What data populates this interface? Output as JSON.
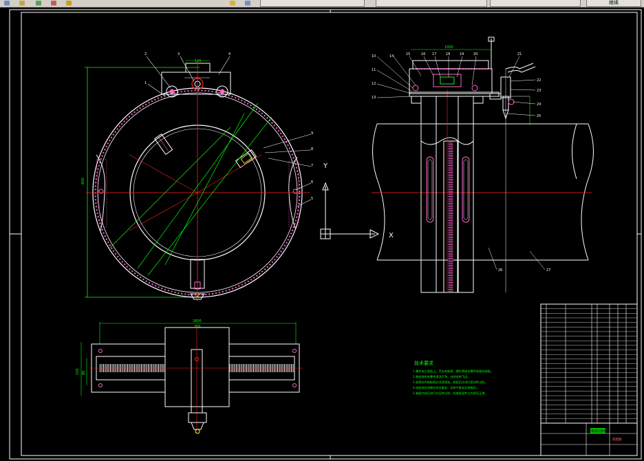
{
  "toolbar": {
    "tabs": [
      "",
      "",
      "",
      ""
    ],
    "right_label": "继续"
  },
  "colors": {
    "background": "#000000",
    "outline": "#ffffff",
    "centerline": "#ff2020",
    "dimension": "#00ff00",
    "hatch": "#ff66cc",
    "accent": "#ffff00",
    "callout": "#ffffff"
  },
  "front_view": {
    "callouts": [
      "1",
      "2",
      "3",
      "4",
      "5",
      "6",
      "7",
      "8",
      "9"
    ],
    "top_dim": "125",
    "height_dim": "600"
  },
  "side_view": {
    "callouts_left": [
      "10",
      "11",
      "12",
      "13",
      "14",
      "15",
      "16",
      "17",
      "18"
    ],
    "callouts_right": [
      "19",
      "20",
      "21",
      "22",
      "23",
      "24",
      "25"
    ],
    "top_dim": "1000",
    "pipe_labels": [
      "26",
      "27"
    ]
  },
  "axis_icon": {
    "y_label": "Y",
    "x_label": "X"
  },
  "top_view": {
    "overall_dim": "2800",
    "inner_dim": "300",
    "left_dims": [
      "150",
      "80"
    ]
  },
  "tech_notes": {
    "heading": "技术要求",
    "lines": [
      "1.零件加工表面上，不应有划痕、擦伤等损伤零件表面的缺陷。",
      "2.装配前所有零件清洗干净，去除毛刺飞边。",
      "3.各密封件装配前必须浸透油，装配后应进行密封性试验。",
      "4.齿轮啮合间隙应符合要求，运转平稳无异常噪声。",
      "5.装配完成后进行空运转试验，检查各部件工作是否正常。"
    ]
  },
  "title_block": {
    "title": "管道切割机",
    "subtitle": "装配图"
  }
}
